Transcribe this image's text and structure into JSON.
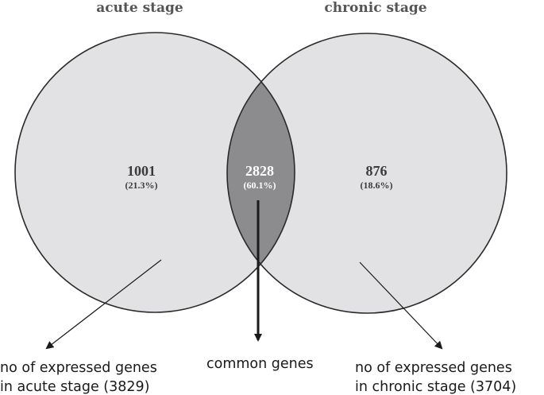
{
  "titles": {
    "left": "acute stage",
    "right": "chronic stage"
  },
  "regions": {
    "left_only": {
      "count": "1001",
      "percent": "(21.3%)"
    },
    "intersection": {
      "count": "2828",
      "percent": "(60.1%)"
    },
    "right_only": {
      "count": "876",
      "percent": "(18.6%)"
    }
  },
  "captions": {
    "left_line1": "no of expressed genes",
    "left_line2": "in acute stage (3829)",
    "middle": "common genes",
    "right_line1": "no of expressed genes",
    "right_line2": "in chronic stage (3704)"
  },
  "colors": {
    "circle_fill": "#e2e2e4",
    "intersection_fill": "#8c8c8e",
    "outline": "#2a2a2a"
  }
}
